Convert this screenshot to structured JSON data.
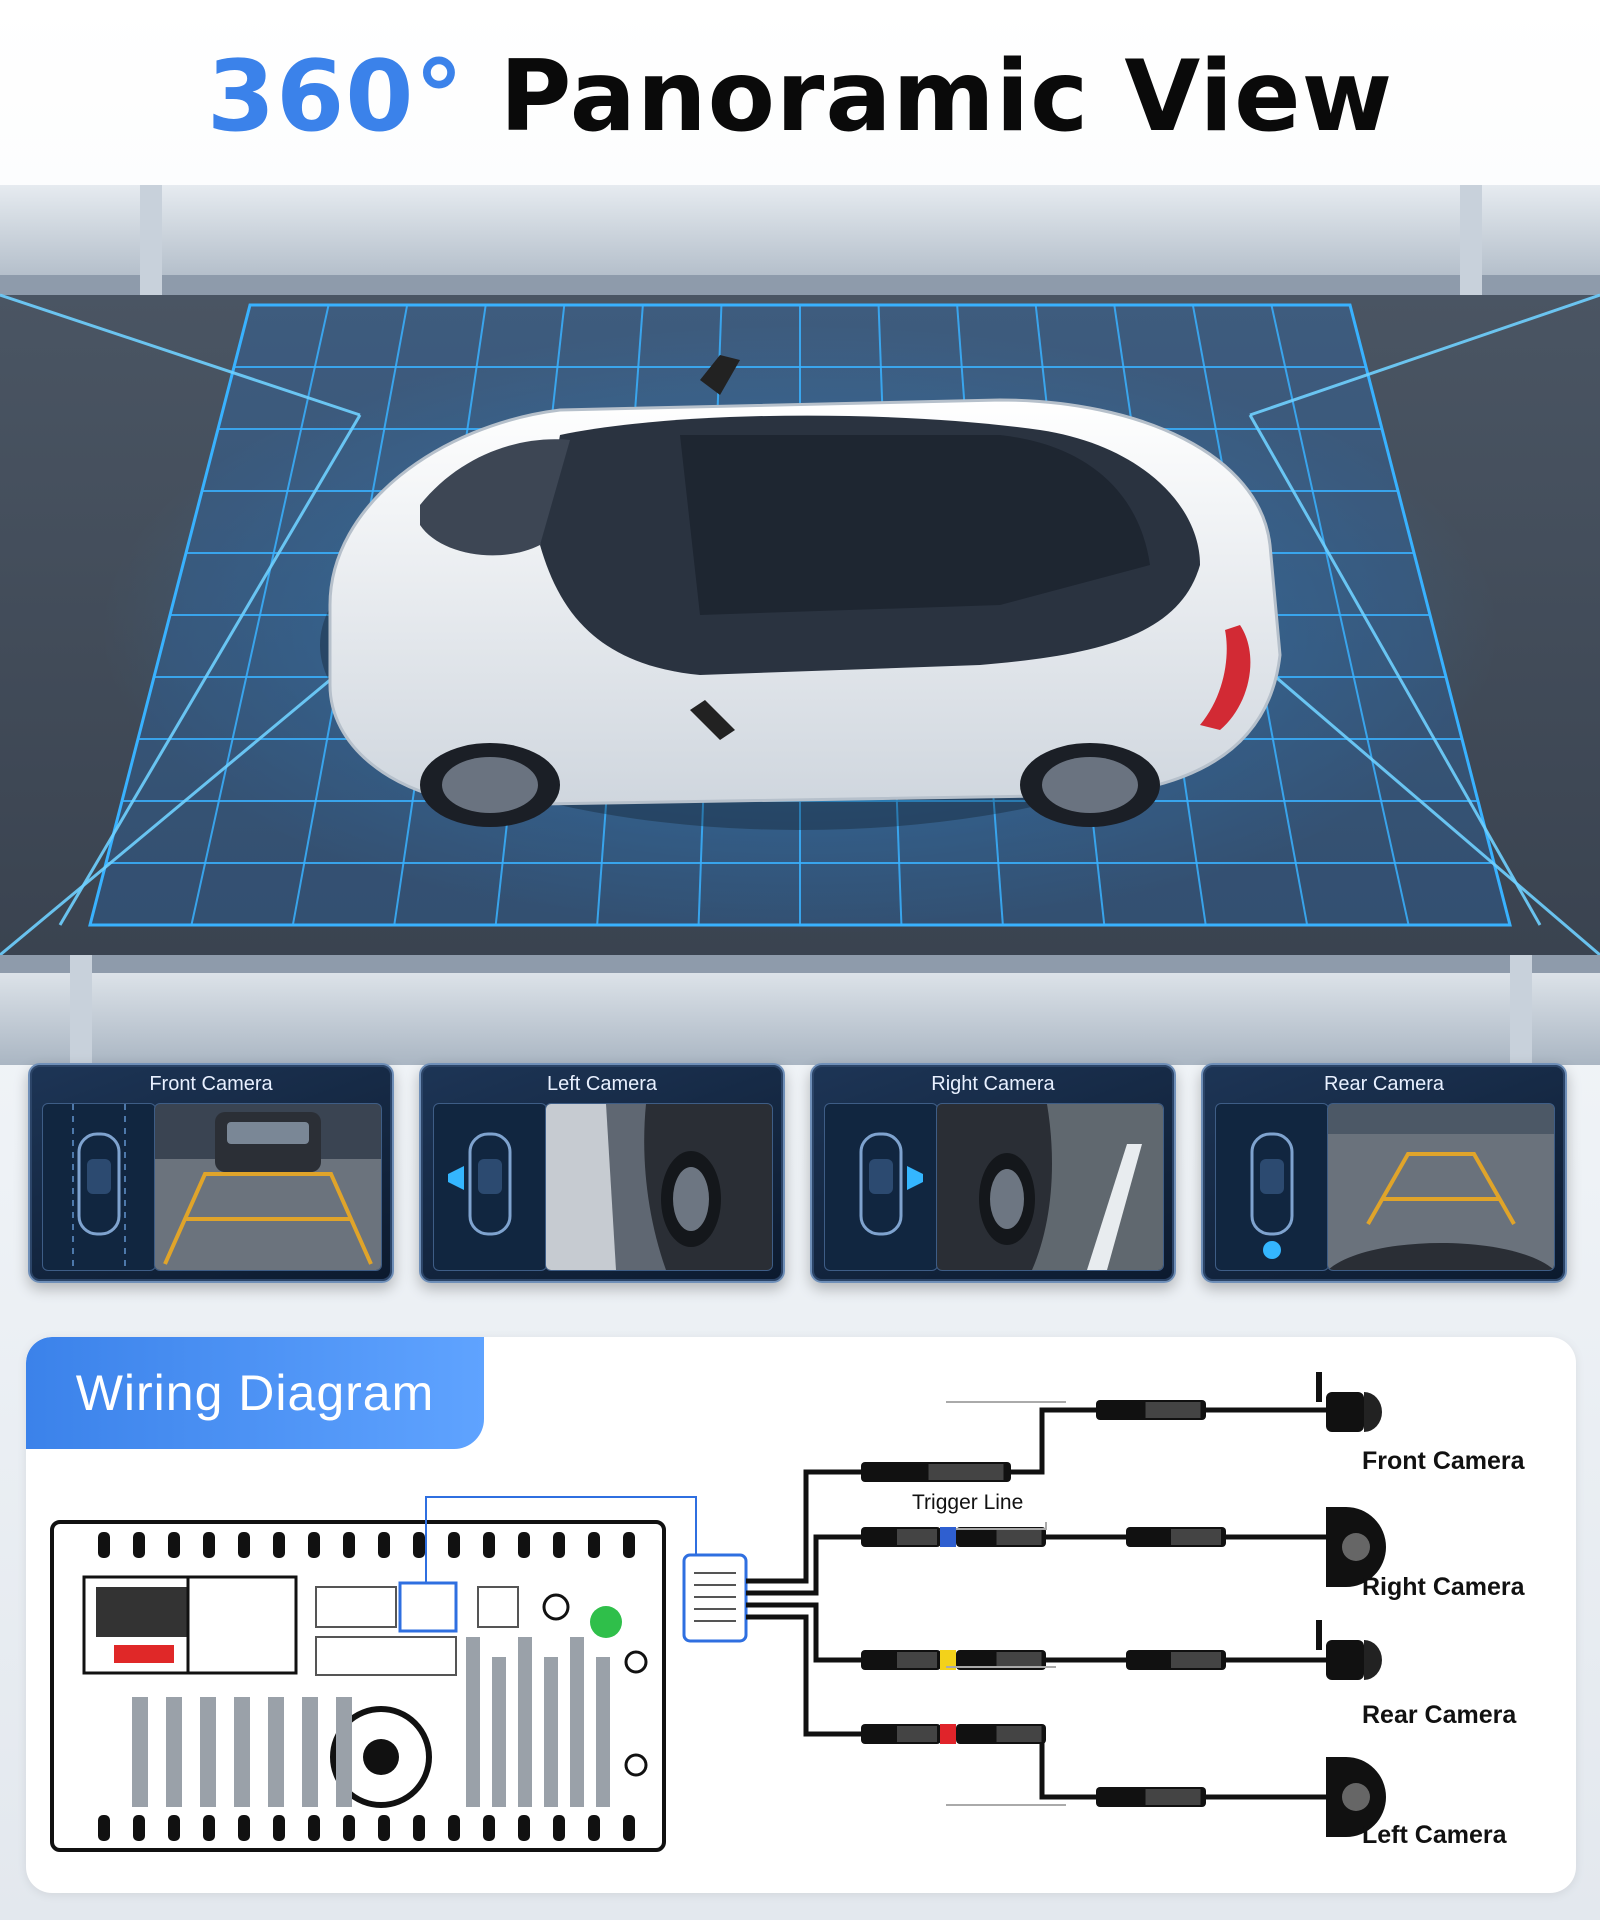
{
  "title": {
    "accent": "360°",
    "main": "Panoramic View"
  },
  "cameras": [
    {
      "label": "Front Camera"
    },
    {
      "label": "Left Camera"
    },
    {
      "label": "Right Camera"
    },
    {
      "label": "Rear Camera"
    }
  ],
  "wiring": {
    "heading": "Wiring Diagram",
    "trigger_label": "Trigger Line",
    "camera_labels": [
      "Front Camera",
      "Right Camera",
      "Rear Camera",
      "Left Camera"
    ],
    "connector_colors": {
      "right": "#2f5fd0",
      "rear": "#f3d21a",
      "left": "#e0242a"
    }
  },
  "colors": {
    "accent": "#3b82ea",
    "grid": "#2fa8ff",
    "card_bg": "#0c1a2e",
    "parking_lines": "#e0a42a"
  }
}
